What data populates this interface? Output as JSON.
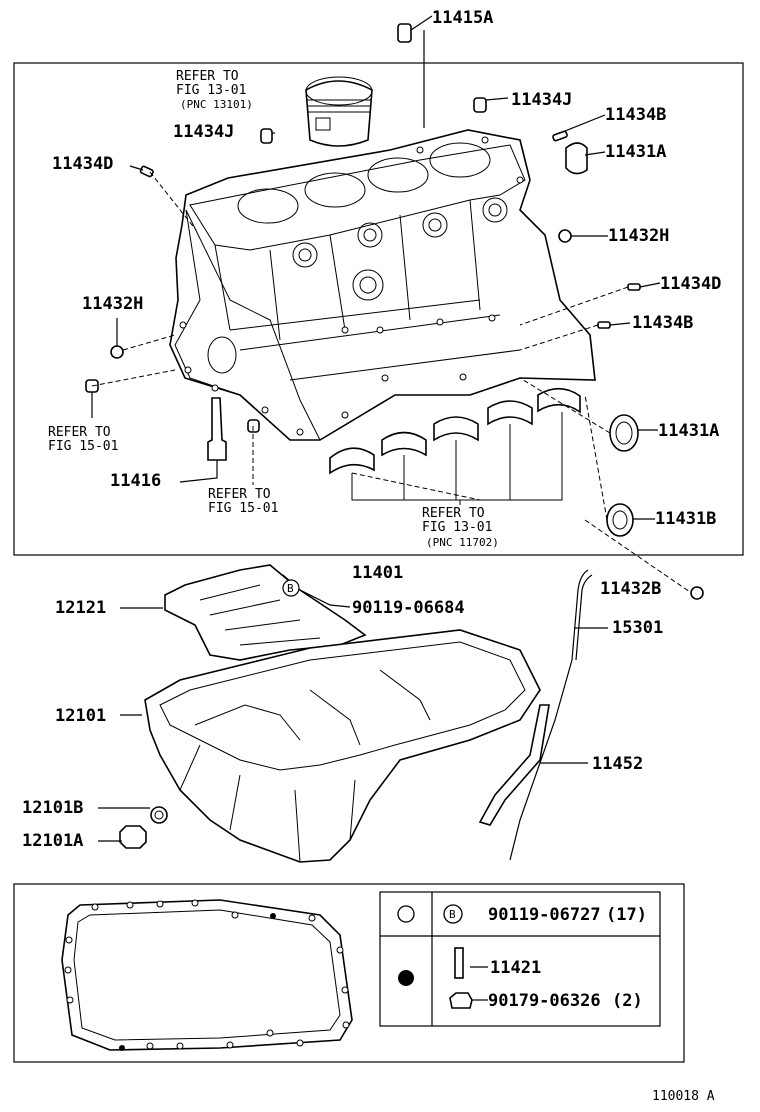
{
  "labels": {
    "p11415A": "11415A",
    "p11434J_a": "11434J",
    "p11434B_a": "11434B",
    "p11431A_a": "11431A",
    "p11434J_b": "11434J",
    "p11434D_a": "11434D",
    "p11432H_a": "11432H",
    "p11434D_b": "11434D",
    "p11432H_b": "11432H",
    "p11434B_b": "11434B",
    "p11431A_b": "11431A",
    "p11416": "11416",
    "p11431B": "11431B",
    "p11401": "11401",
    "p11432B": "11432B",
    "p12121": "12121",
    "p90119_06684": "90119-06684",
    "p15301": "15301",
    "p12101": "12101",
    "p11452": "11452",
    "p12101B": "12101B",
    "p12101A": "12101A",
    "p11421": "11421",
    "diagram_code": "110018 A"
  },
  "refs": {
    "piston": [
      "REFER TO",
      "FIG 13-01",
      "(PNC 13101)"
    ],
    "left": [
      "REFER TO",
      "FIG 15-01"
    ],
    "bottom": [
      "REFER TO",
      "FIG 15-01"
    ],
    "bearings": [
      "REFER TO",
      "FIG 13-01",
      "(PNC 11702)"
    ]
  },
  "legend": {
    "row1_marker": "B",
    "row1_part": "90119-06727",
    "row1_qty": "(17)",
    "row2_part_a": "11421",
    "row2_part_b": "90179-06326",
    "row2_qty": "(2)"
  },
  "callout_marker": "B"
}
